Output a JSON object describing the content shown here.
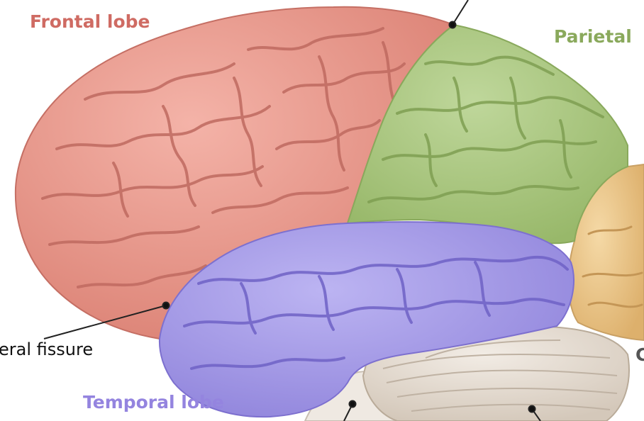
{
  "labels": {
    "frontal": "Frontal lobe",
    "parietal": "Parietal",
    "temporal": "Temporal lobe",
    "lateral_fissure": "eral fissure",
    "occipital_partial": "C"
  },
  "colors": {
    "frontal": "#e99a8f",
    "frontal_label": "#cf6b63",
    "parietal": "#aec987",
    "parietal_label": "#8aa95c",
    "temporal": "#a79ee8",
    "temporal_label": "#9484df",
    "occipital": "#eec98c",
    "cerebellum": "#e8e0d6",
    "brainstem": "#f1ece6"
  }
}
